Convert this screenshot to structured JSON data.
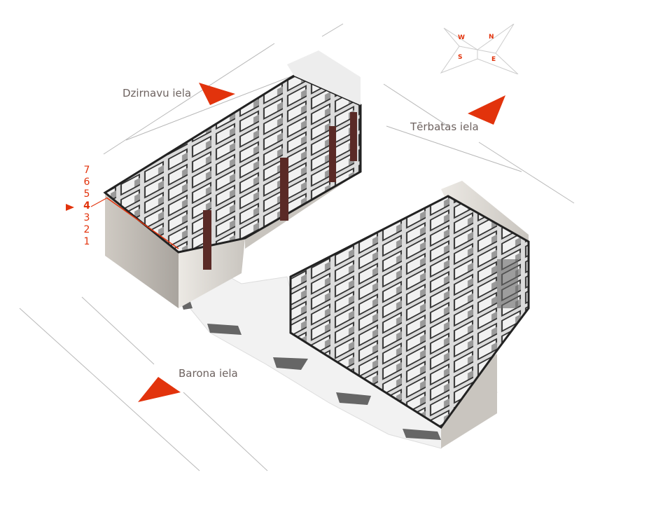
{
  "streets": {
    "north": "Dzirnavu iela",
    "east": "Tērbatas iela",
    "south": "Barona iela"
  },
  "floor_selector": {
    "floors": [
      "7",
      "6",
      "5",
      "4",
      "3",
      "2",
      "1"
    ],
    "selected": "4"
  },
  "compass": {
    "w": "W",
    "n": "N",
    "s": "S",
    "e": "E"
  },
  "colors": {
    "accent": "#e2330c",
    "street_text": "#6e6360",
    "line": "#b0b0b0"
  }
}
